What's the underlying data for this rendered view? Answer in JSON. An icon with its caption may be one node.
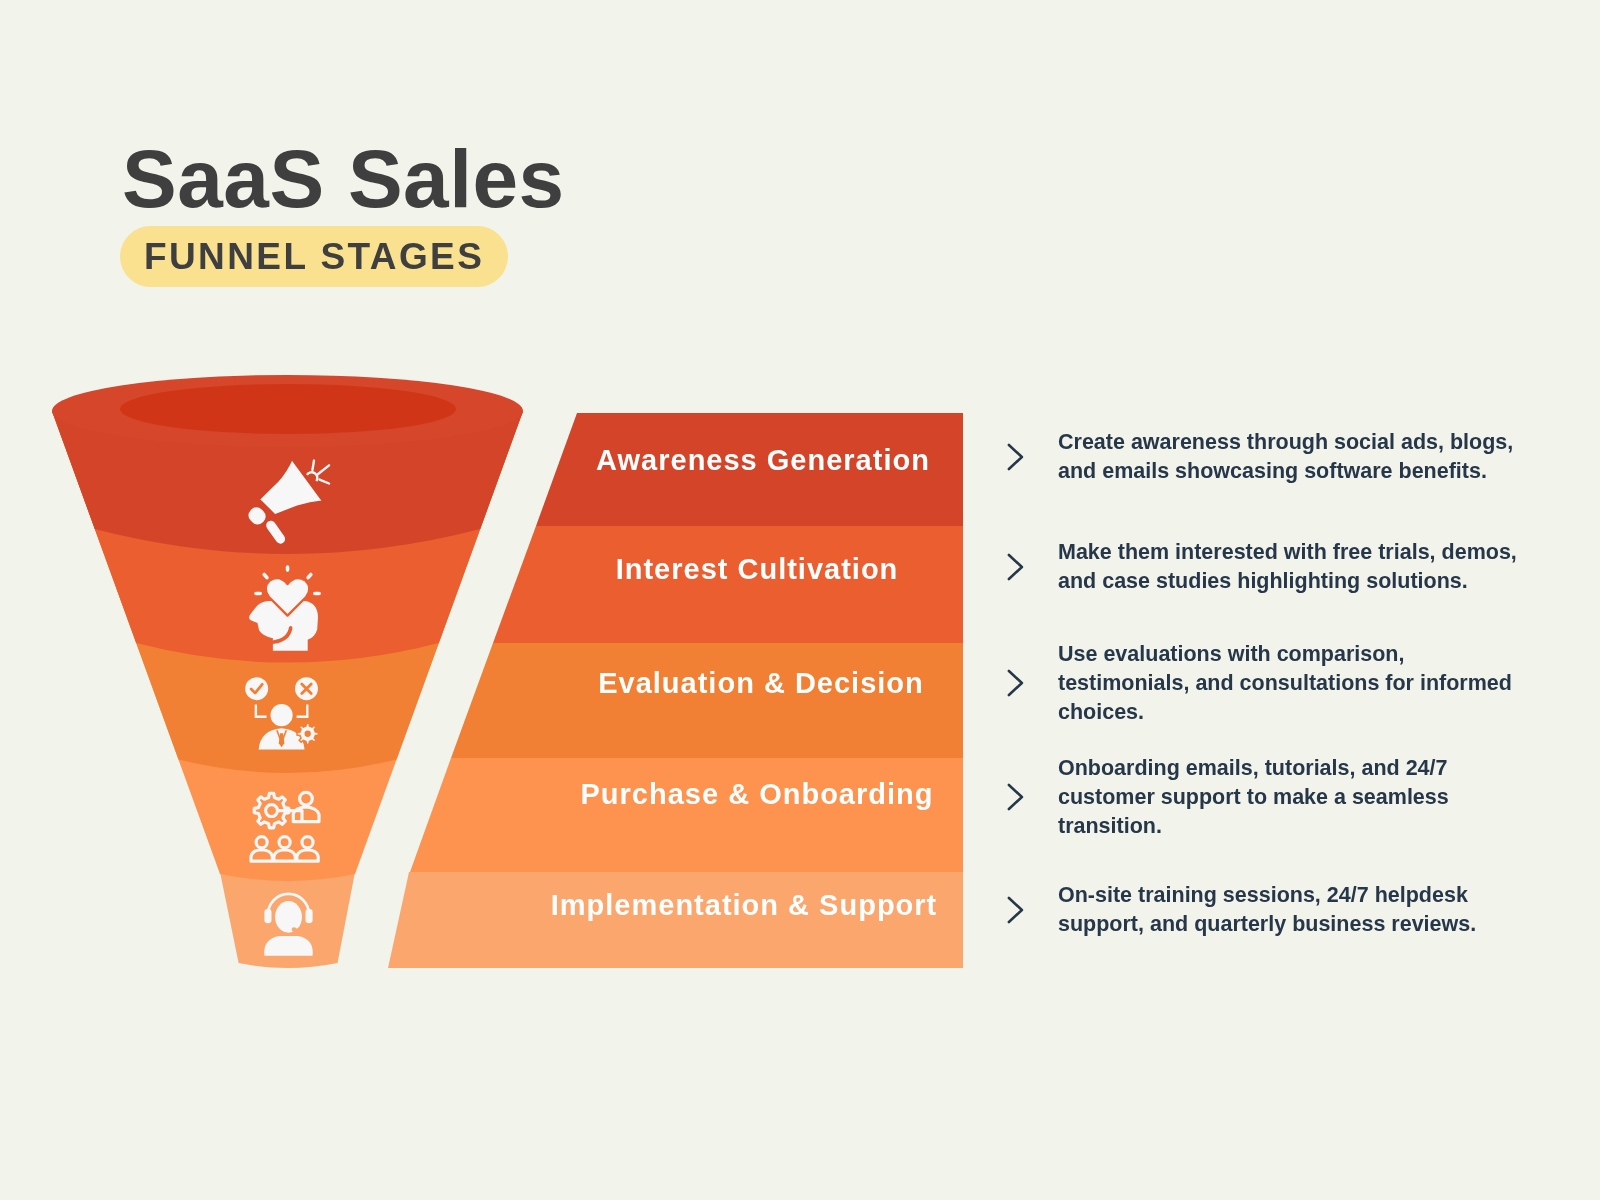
{
  "diagram": {
    "title": "SaaS Sales",
    "nodes": [
      {
        "text": [
          "FUNNEL STAGES"
        ]
      },
      {
        "text": [
          "Awareness Generation"
        ]
      },
      {
        "text": [
          "Interest Cultivation"
        ]
      },
      {
        "text": [
          "Evaluation & Decision"
        ]
      },
      {
        "text": [
          "Purchase & Onboarding"
        ]
      },
      {
        "text": [
          "Implementation & Support"
        ]
      },
      {
        "text": [
          "Create awareness through social ads, blogs, and emails showcasing software benefits."
        ]
      },
      {
        "text": [
          "Make them interested with free trials, demos, and case studies highlighting solutions."
        ]
      },
      {
        "text": [
          "Use evaluations with comparison, testimonials, and consultations for informed choices."
        ]
      },
      {
        "text": [
          "Onboarding emails, tutorials, and 24/7 customer support to make a seamless transition."
        ]
      },
      {
        "text": [
          "On-site training sessions, 24/7 helpdesk support, and quarterly business reviews."
        ]
      }
    ],
    "edges": [
      {
        "from": 1,
        "to": 6,
        "arrow": "to"
      },
      {
        "from": 2,
        "to": 7,
        "arrow": "to"
      },
      {
        "from": 3,
        "to": 8,
        "arrow": "to"
      },
      {
        "from": 4,
        "to": 9,
        "arrow": "to"
      },
      {
        "from": 5,
        "to": 10,
        "arrow": "to"
      }
    ]
  }
}
